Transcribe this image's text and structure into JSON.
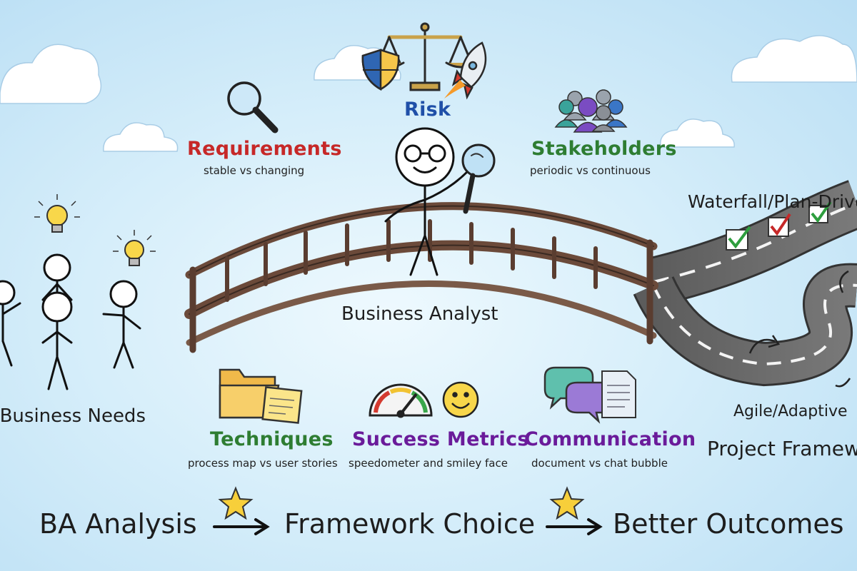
{
  "center": {
    "label": "Business Analyst"
  },
  "left": {
    "label": "Business Needs"
  },
  "right": {
    "top_label": "Waterfall/Plan-Driven",
    "bottom_label": "Agile/Adaptive",
    "framework_label": "Project Framework"
  },
  "factors": [
    {
      "title": "Requirements",
      "subtitle": "stable vs changing",
      "color": "#c62828"
    },
    {
      "title": "Risk",
      "subtitle": "",
      "color": "#1f4fa8"
    },
    {
      "title": "Stakeholders",
      "subtitle": "periodic vs continuous",
      "color": "#2e7d32"
    },
    {
      "title": "Techniques",
      "subtitle": "process map vs user stories",
      "color": "#2e7d32"
    },
    {
      "title": "Success Metrics",
      "subtitle": "speedometer and smiley face",
      "color": "#6a1b9a"
    },
    {
      "title": "Communication",
      "subtitle": "document vs chat bubble",
      "color": "#6a1b9a"
    }
  ],
  "flow": [
    "BA Analysis",
    "Framework Choice",
    "Better Outcomes"
  ],
  "icons": [
    "scales-icon",
    "shield-icon",
    "rocket-icon",
    "magnifier-icon",
    "people-icon",
    "lightbulb-icon",
    "folder-icon",
    "speedometer-icon",
    "smiley-icon",
    "chat-bubble-icon",
    "document-icon",
    "checkmark-icon",
    "star-icon",
    "arrow-icon",
    "cloud-icon",
    "bridge-icon",
    "road-icon"
  ]
}
